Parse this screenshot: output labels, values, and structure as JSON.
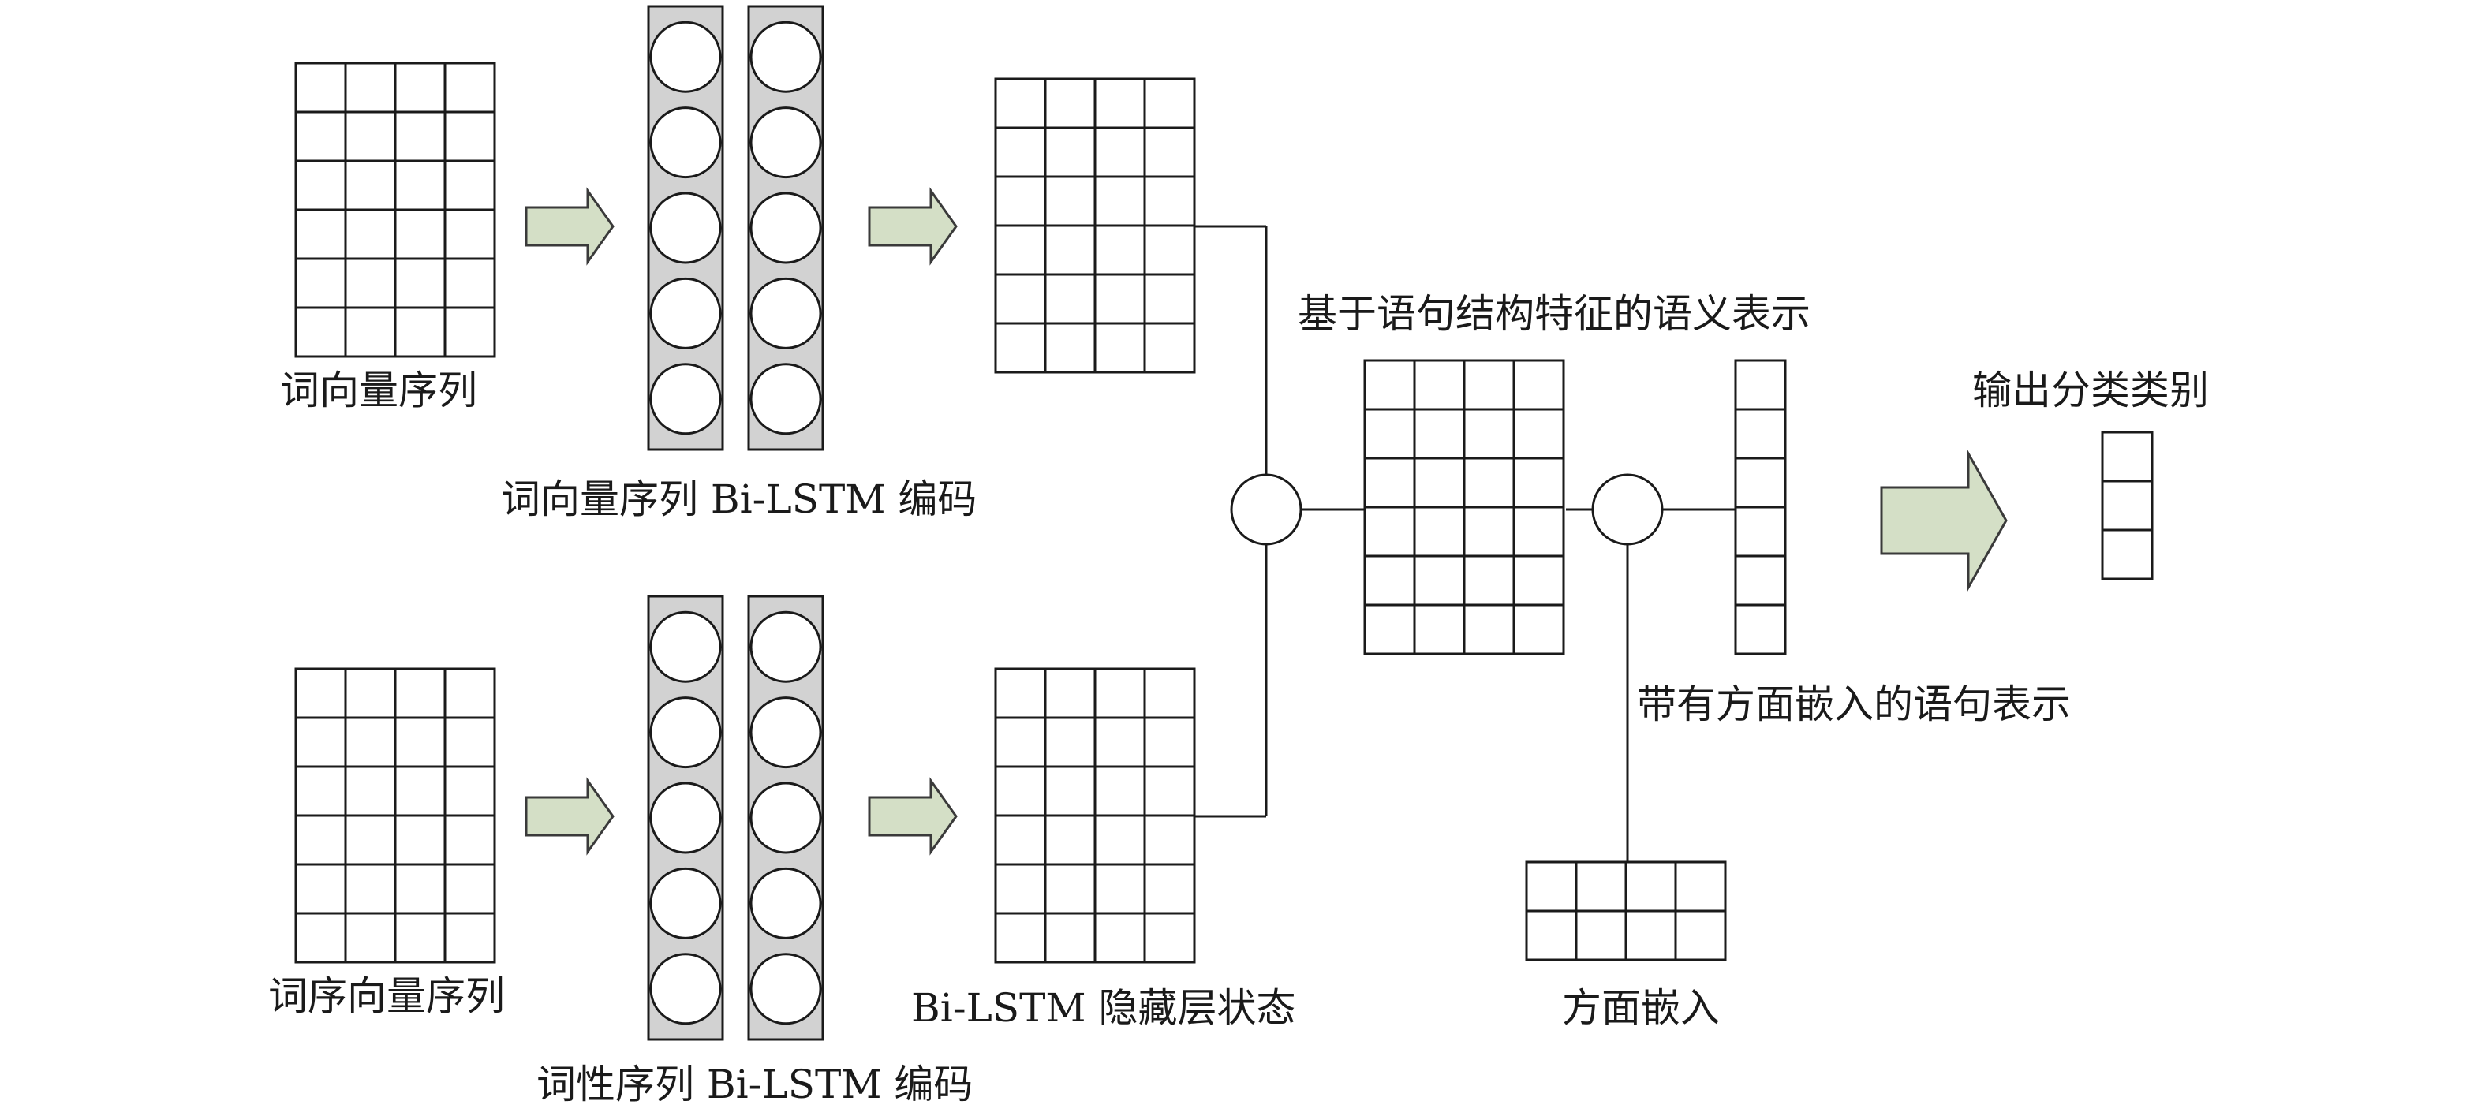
{
  "labels": {
    "word_vector_sequence": "词向量序列",
    "word_vector_bilstm": "词向量序列 Bi-LSTM 编码",
    "word_order_vector_sequence": "词序向量序列",
    "pos_sequence_bilstm": "词性序列 Bi-LSTM 编码",
    "bilstm_hidden_state": "Bi-LSTM 隐藏层状态",
    "semantic_representation": "基于语句结构特征的语义表示",
    "sentence_with_aspect_embedding": "带有方面嵌入的语句表示",
    "aspect_embedding": "方面嵌入",
    "output_class": "输出分类类别"
  },
  "colors": {
    "line": "#1a1a1a",
    "lstm_column_fill": "#d2d2d2",
    "arrow_fill": "#d4dfc6",
    "arrow_stroke": "#3a3a3a"
  }
}
